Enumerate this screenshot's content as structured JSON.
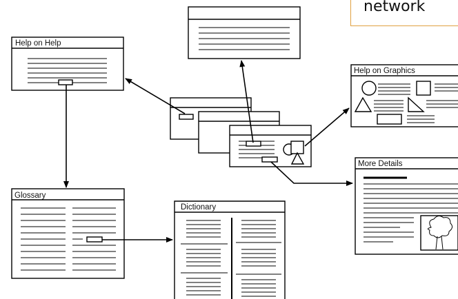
{
  "corner_label": "network",
  "boxes": {
    "help_on_help": "Help on Help",
    "help_on_graphics": "Help on Graphics",
    "more_details": "More Details",
    "glossary": "Glossary",
    "dictionary": "Dictionary"
  }
}
